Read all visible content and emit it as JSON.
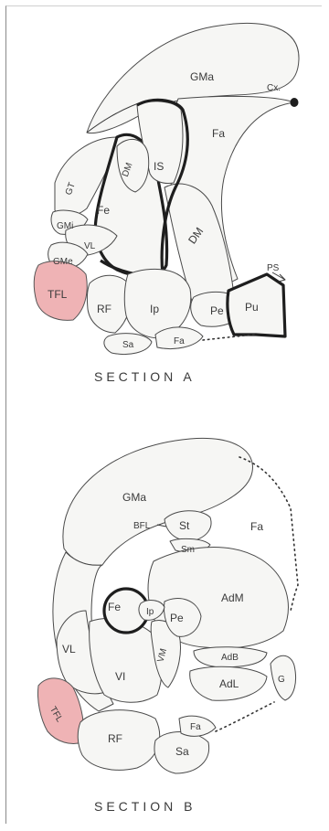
{
  "section_a": {
    "caption": "SECTION A",
    "labels": {
      "gma": "GMa",
      "cx": "Cx.",
      "fa_top": "Fa",
      "is": "IS",
      "dm_small": "DM",
      "gt": "GT",
      "fe": "Fe",
      "dm_long": "DM",
      "gmi": "GMi",
      "vl": "VL",
      "gme": "GMe",
      "tfl": "TFL",
      "rf": "RF",
      "ip": "Ip",
      "pe": "Pe",
      "ps": "PS",
      "pu": "Pu",
      "fa_bottom": "Fa",
      "sa": "Sa"
    }
  },
  "section_b": {
    "caption": "SECTION B",
    "labels": {
      "gma": "GMa",
      "bfl": "BFL",
      "st": "St",
      "fa": "Fa",
      "sm": "Sm",
      "adm": "AdM",
      "fe": "Fe",
      "ip": "Ip",
      "pe": "Pe",
      "vl": "VL",
      "vm": "VM",
      "vi": "VI",
      "adb": "AdB",
      "adl": "AdL",
      "g": "G",
      "tfl": "TFL",
      "rf": "RF",
      "fa_small": "Fa",
      "sa": "Sa"
    }
  },
  "colors": {
    "highlight": "#efb3b5",
    "ink": "#1e1e1e"
  }
}
